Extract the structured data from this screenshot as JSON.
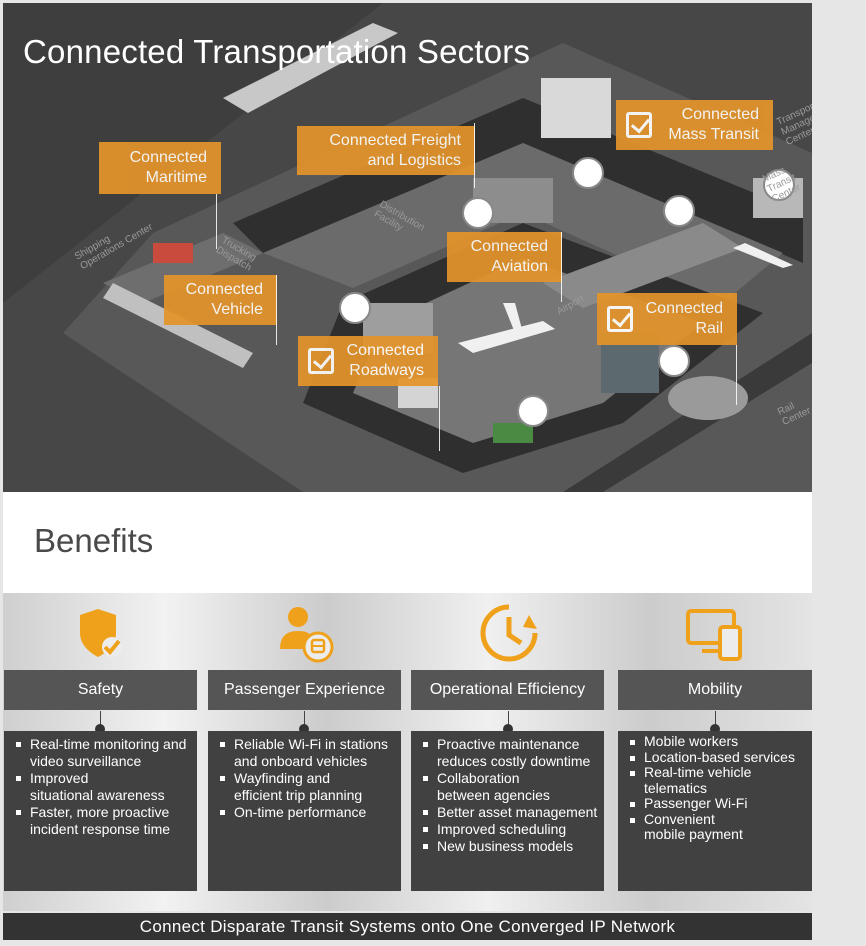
{
  "map": {
    "title": "Connected Transportation Sectors",
    "callouts": [
      {
        "id": "maritime",
        "label": "Connected\nMaritime",
        "checked": false
      },
      {
        "id": "freight",
        "label": "Connected Freight\nand Logistics",
        "checked": false
      },
      {
        "id": "mass-transit",
        "label": "Connected\nMass Transit",
        "checked": true
      },
      {
        "id": "aviation",
        "label": "Connected\nAviation",
        "checked": false
      },
      {
        "id": "vehicle",
        "label": "Connected\nVehicle",
        "checked": false
      },
      {
        "id": "rail",
        "label": "Connected\nRail",
        "checked": true
      },
      {
        "id": "roadways",
        "label": "Connected\nRoadways",
        "checked": true
      }
    ],
    "scene_labels": [
      "Shipping\nOperations Center",
      "Trucking\nDispatch",
      "Distribution\nFacility",
      "Airport",
      "Transportation\nManagement\nCenter",
      "Mass Transit\nCenter",
      "Rail Center"
    ],
    "accent_color": "#e3942a"
  },
  "benefits": {
    "title": "Benefits",
    "columns": [
      {
        "icon": "shield-check-icon",
        "heading": "Safety",
        "items": [
          "Real-time monitoring and\nvideo surveillance",
          "Improved\nsituational awareness",
          "Faster, more proactive\nincident response time"
        ]
      },
      {
        "icon": "passenger-icon",
        "heading": "Passenger Experience",
        "items": [
          "Reliable Wi-Fi in stations\nand onboard vehicles",
          "Wayfinding and\nefficient trip planning",
          "On-time performance"
        ]
      },
      {
        "icon": "clock-refresh-icon",
        "heading": "Operational Efficiency",
        "items": [
          "Proactive maintenance\nreduces costly downtime",
          "Collaboration\nbetween agencies",
          "Better asset management",
          "Improved scheduling",
          "New business models"
        ]
      },
      {
        "icon": "devices-icon",
        "heading": "Mobility",
        "items": [
          "Mobile workers",
          "Location-based services",
          "Real-time vehicle\ntelematics",
          "Passenger Wi-Fi",
          "Convenient\nmobile payment"
        ]
      }
    ]
  },
  "footer": {
    "text": "Connect Disparate Transit Systems onto One Converged IP Network"
  }
}
